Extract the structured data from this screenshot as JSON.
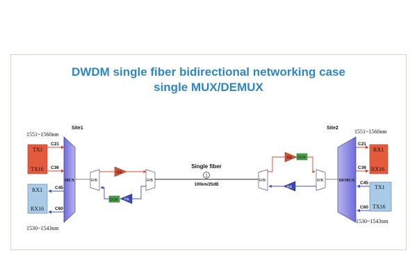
{
  "title": {
    "line1": "DWDM single fiber bidirectional networking case",
    "line2": "single MUX/DEMUX"
  },
  "site1": {
    "name": "Site1",
    "range_top": "1551~1560nm",
    "range_bottom": "1530~1543nm",
    "mux_label": "MUX",
    "tx_top": "TX1",
    "tx_bottom": "TX16",
    "rx_top": "RX1",
    "rx_bottom": "RX16",
    "ch_tx_top": "C21",
    "ch_tx_bottom": "C36",
    "ch_rx_top": "C45",
    "ch_rx_bottom": "C60",
    "rb_left": "R/B",
    "rb_right": "R/B",
    "amp_ba": "BA",
    "amp_pa": "PA",
    "dcm": "DCM"
  },
  "fiber": {
    "label": "Single fiber",
    "marker": "1",
    "spec": "100km/25dB"
  },
  "site2": {
    "name": "Site2",
    "range_top": "1551~1560nm",
    "range_bottom": "1530~1543nm",
    "demux_label": "DEMUX",
    "rx_top": "RX1",
    "rx_bottom": "RX16",
    "tx_top": "TX1",
    "tx_bottom": "TX16",
    "ch_rx_top": "C21",
    "ch_rx_bottom": "C36",
    "ch_tx_top": "C45",
    "ch_tx_bottom": "C60",
    "rb_left": "R/B",
    "rb_right": "R/B",
    "amp_ba": "BA",
    "amp_pa": "PA",
    "dcm": "DCM"
  },
  "colors": {
    "title": "#2f86c4",
    "tx_red": "#e35a3c",
    "rx_blue": "#a9cbe8",
    "red_line": "#d9442b",
    "blue_line": "#3c4fc0",
    "mux_fill": "#8a86e0",
    "dcm_green": "#4aa34a",
    "amp_red": "#d8523a",
    "amp_blue": "#3a45b8",
    "frame": "#e2cfc2"
  }
}
